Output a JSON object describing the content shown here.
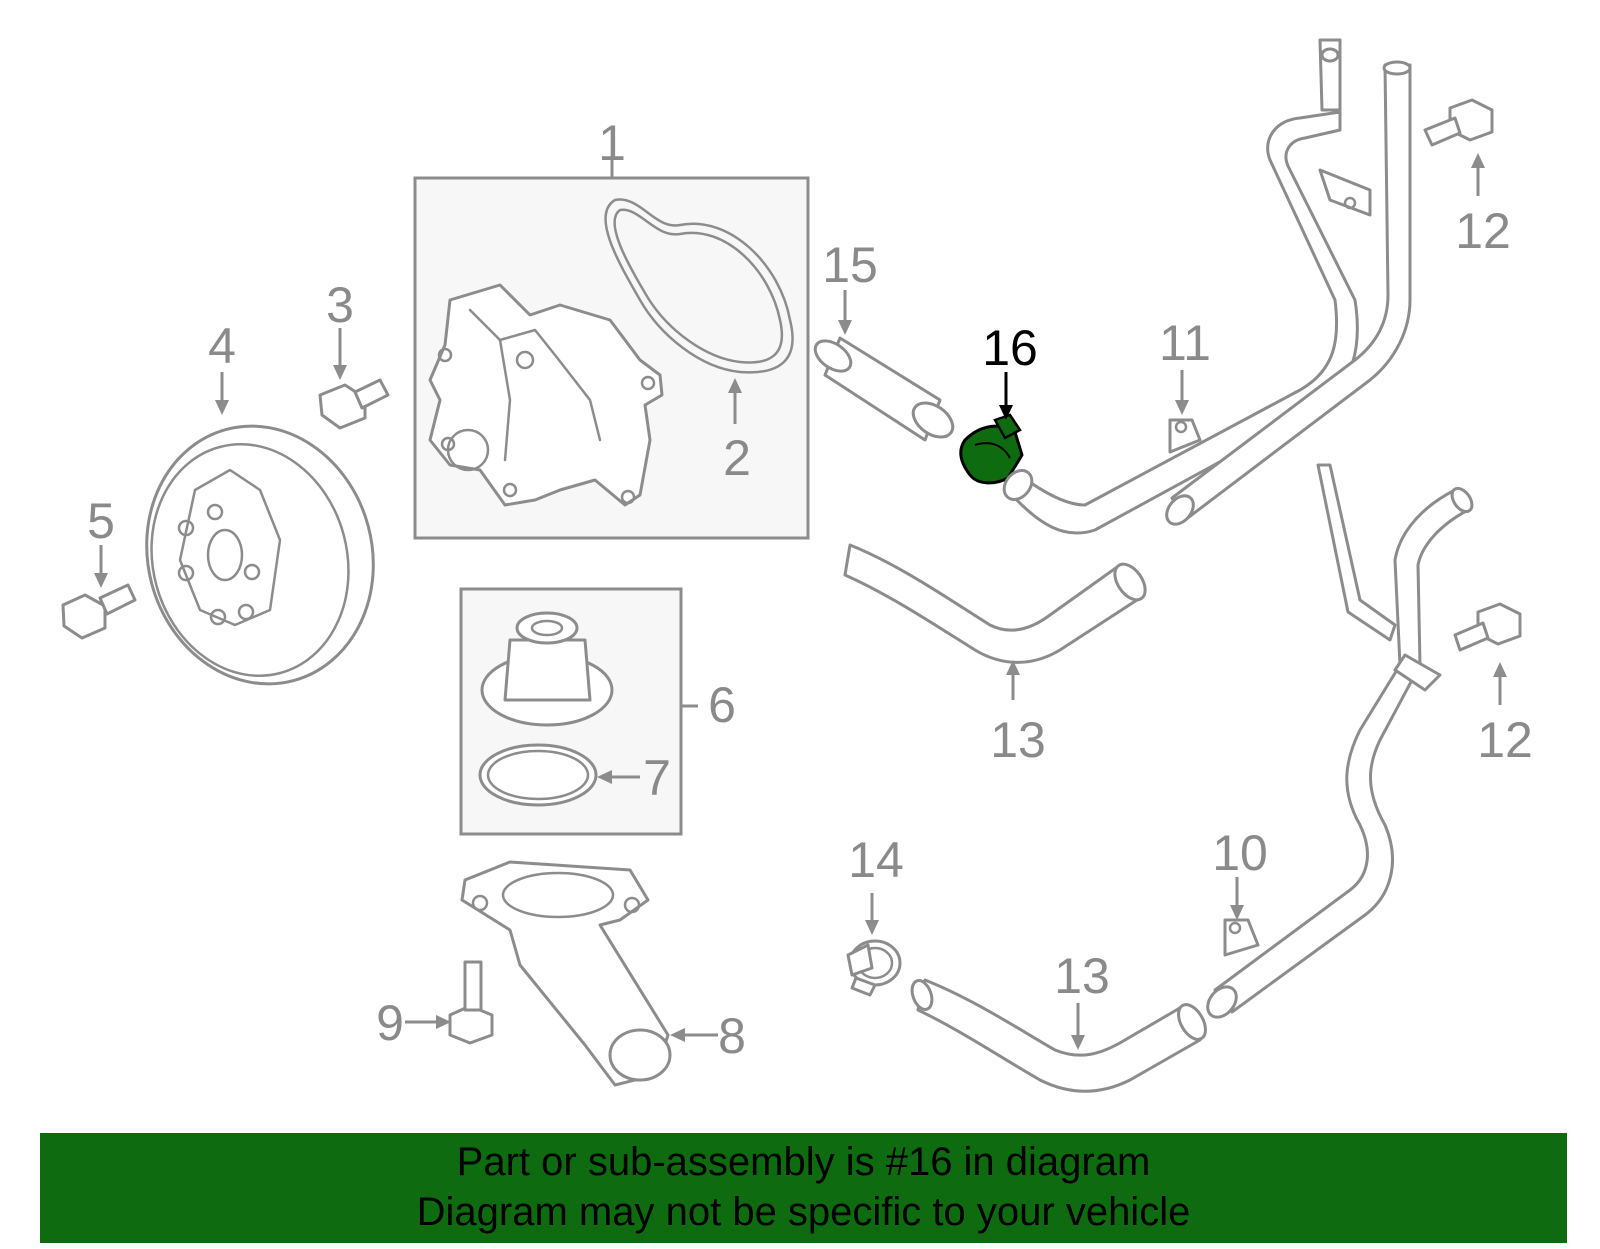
{
  "callouts": [
    "1",
    "2",
    "3",
    "4",
    "5",
    "6",
    "7",
    "8",
    "9",
    "10",
    "11",
    "12",
    "12",
    "13",
    "13",
    "14",
    "15",
    "16"
  ],
  "highlight": {
    "label": "16",
    "color": "#0f6b0f"
  },
  "banner": {
    "line1": "Part or sub-assembly is #16 in diagram",
    "line2": "Diagram may not be specific to your vehicle",
    "background": "#0f6b0f"
  },
  "colors": {
    "outline": "#8c8c8c",
    "box_fill": "#f7f7f7"
  }
}
